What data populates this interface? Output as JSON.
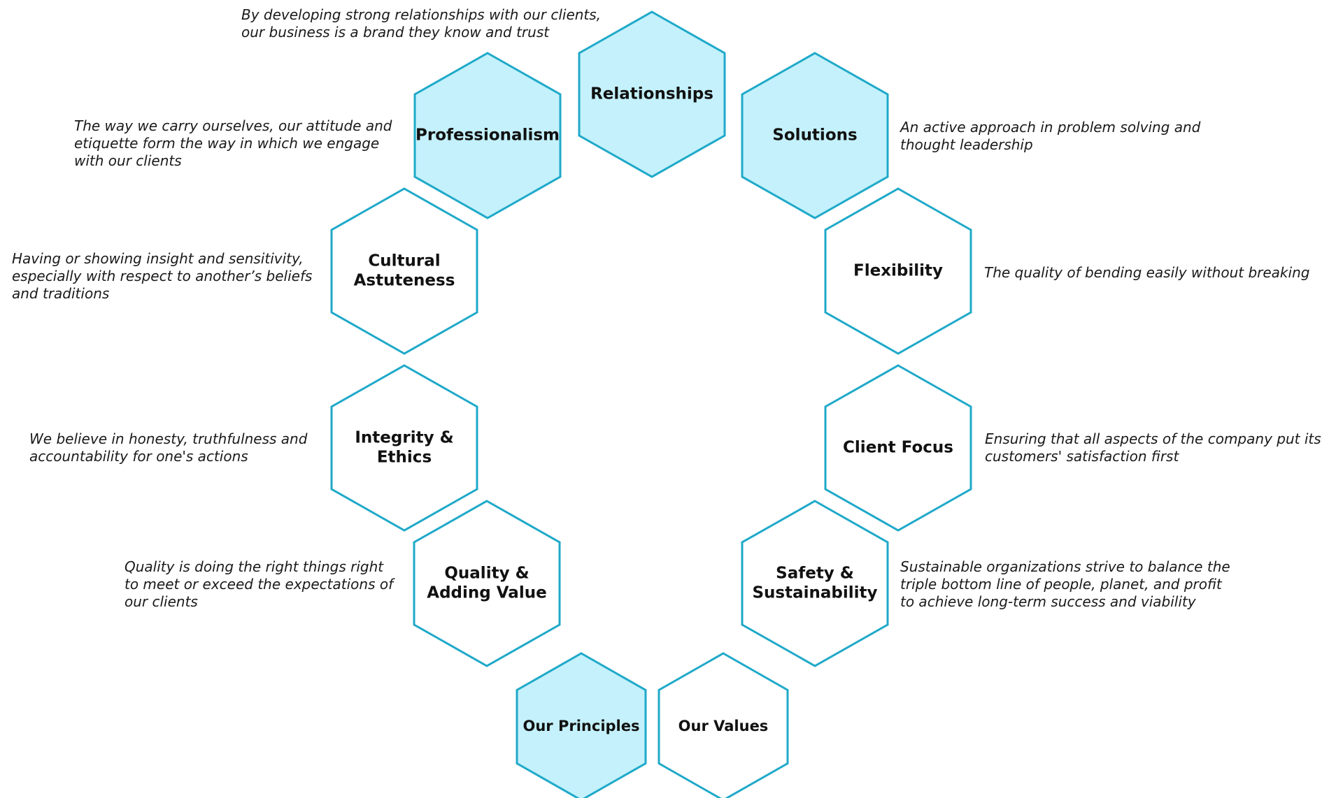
{
  "colors": {
    "stroke": "#1fa9c9",
    "highlight_fill": "#c4f1fb",
    "plain_fill": "#ffffff"
  },
  "hexagons": [
    {
      "id": "relationships",
      "lines": [
        "Relationships"
      ],
      "highlighted": true
    },
    {
      "id": "professionalism",
      "lines": [
        "Professionalism"
      ],
      "highlighted": true
    },
    {
      "id": "solutions",
      "lines": [
        "Solutions"
      ],
      "highlighted": true
    },
    {
      "id": "cultural-astuteness",
      "lines": [
        "Cultural",
        "Astuteness"
      ],
      "highlighted": false
    },
    {
      "id": "flexibility",
      "lines": [
        "Flexibility"
      ],
      "highlighted": false
    },
    {
      "id": "integrity-ethics",
      "lines": [
        "Integrity &",
        "Ethics"
      ],
      "highlighted": false
    },
    {
      "id": "client-focus",
      "lines": [
        "Client Focus"
      ],
      "highlighted": false
    },
    {
      "id": "quality-adding-value",
      "lines": [
        "Quality &",
        "Adding Value"
      ],
      "highlighted": false
    },
    {
      "id": "safety-sustainability",
      "lines": [
        "Safety &",
        "Sustainability"
      ],
      "highlighted": false
    },
    {
      "id": "our-principles",
      "lines": [
        "Our Principles"
      ],
      "highlighted": true
    },
    {
      "id": "our-values",
      "lines": [
        "Our Values"
      ],
      "highlighted": false
    }
  ],
  "descriptions": [
    {
      "id": "relationships",
      "lines": [
        "By developing strong relationships with our clients,",
        "our business is a brand they know and trust"
      ]
    },
    {
      "id": "professionalism",
      "lines": [
        "The way we carry ourselves, our attitude and",
        "etiquette form the way in which we engage",
        "with our clients"
      ]
    },
    {
      "id": "solutions",
      "lines": [
        "An active approach in problem solving and",
        "thought leadership"
      ]
    },
    {
      "id": "cultural-astuteness",
      "lines": [
        "Having or showing insight and sensitivity,",
        "especially with respect to another’s beliefs",
        "and traditions"
      ]
    },
    {
      "id": "flexibility",
      "lines": [
        "The quality of bending easily without breaking"
      ]
    },
    {
      "id": "integrity-ethics",
      "lines": [
        "We believe in honesty, truthfulness and",
        "accountability for one's actions"
      ]
    },
    {
      "id": "client-focus",
      "lines": [
        "Ensuring that all aspects of the company put its",
        "customers' satisfaction first"
      ]
    },
    {
      "id": "quality-adding-value",
      "lines": [
        "Quality is doing the right things right",
        "to meet or exceed the expectations of",
        "our clients"
      ]
    },
    {
      "id": "safety-sustainability",
      "lines": [
        "Sustainable organizations strive to balance the",
        "triple bottom line of people, planet, and profit",
        "to achieve long-term success and viability"
      ]
    }
  ]
}
